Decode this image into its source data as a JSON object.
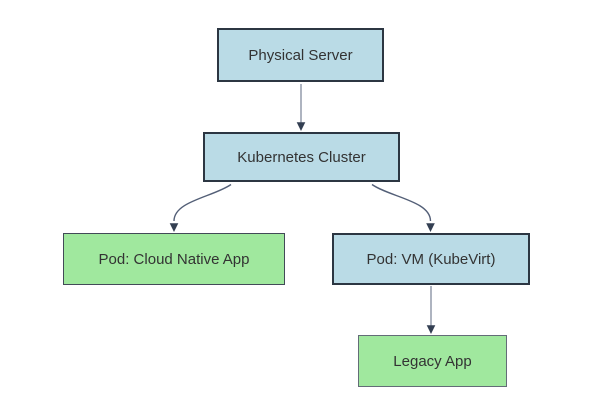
{
  "diagram": {
    "nodes": {
      "physical_server": {
        "label": "Physical Server",
        "fill": "#badbe6",
        "border": "#2c3642"
      },
      "kubernetes_cluster": {
        "label": "Kubernetes Cluster",
        "fill": "#badbe6",
        "border": "#2c3642"
      },
      "pod_cloud_native_app": {
        "label": "Pod: Cloud Native App",
        "fill": "#a0e89e",
        "border": "#424a57"
      },
      "pod_vm_kubevirt": {
        "label": "Pod: VM (KubeVirt)",
        "fill": "#badbe6",
        "border": "#2c3642"
      },
      "legacy_app": {
        "label": "Legacy App",
        "fill": "#a0e89e",
        "border": "#636c77"
      }
    },
    "edges": [
      {
        "from": "Physical Server",
        "to": "Kubernetes Cluster"
      },
      {
        "from": "Kubernetes Cluster",
        "to": "Pod: Cloud Native App"
      },
      {
        "from": "Kubernetes Cluster",
        "to": "Pod: VM (KubeVirt)"
      },
      {
        "from": "Pod: VM (KubeVirt)",
        "to": "Legacy App"
      }
    ],
    "colors": {
      "background": "#ffffff",
      "edge_line": "#9aa2b1",
      "edge_curve": "#535f77",
      "arrowhead": "#333f52",
      "text": "#333333"
    }
  }
}
